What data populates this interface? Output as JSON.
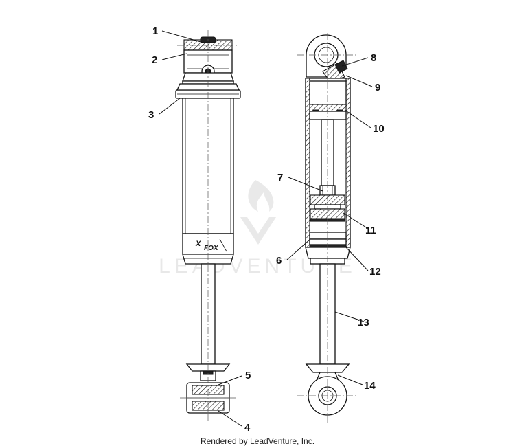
{
  "diagram": {
    "part_callouts": [
      "1",
      "2",
      "3",
      "4",
      "5",
      "6",
      "7",
      "8",
      "9",
      "10",
      "11",
      "12",
      "13",
      "14"
    ],
    "watermark_text": "LEADVENTURE",
    "credit": "Rendered by LeadVenture, Inc."
  }
}
